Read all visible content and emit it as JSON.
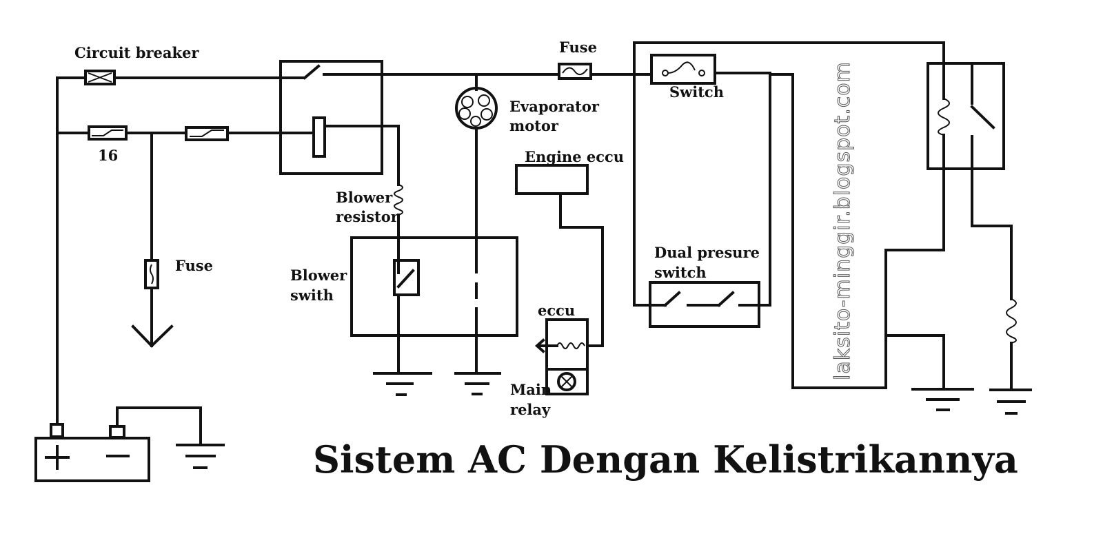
{
  "diagram": {
    "title": "Sistem AC Dengan Kelistrikannya",
    "watermark": "laksito-minggir.blogspot.com",
    "labels": {
      "circuit_breaker": "Circuit breaker",
      "fuse_number": "16",
      "fuse_left": "Fuse",
      "fuse_top": "Fuse",
      "switch": "Switch",
      "evaporator_line1": "Evaporator",
      "evaporator_line2": "motor",
      "engine_eccu": "Engine eccu",
      "blower_resistor_line1": "Blower",
      "blower_resistor_line2": "resistor",
      "blower_switch_line1": "Blower",
      "blower_switch_line2": "swith",
      "eccu": "eccu",
      "main_relay_line1": "Main",
      "main_relay_line2": "relay",
      "dual_pressure_line1": "Dual presure",
      "dual_pressure_line2": "switch"
    },
    "colors": {
      "line": "#111111",
      "background": "#ffffff"
    }
  }
}
